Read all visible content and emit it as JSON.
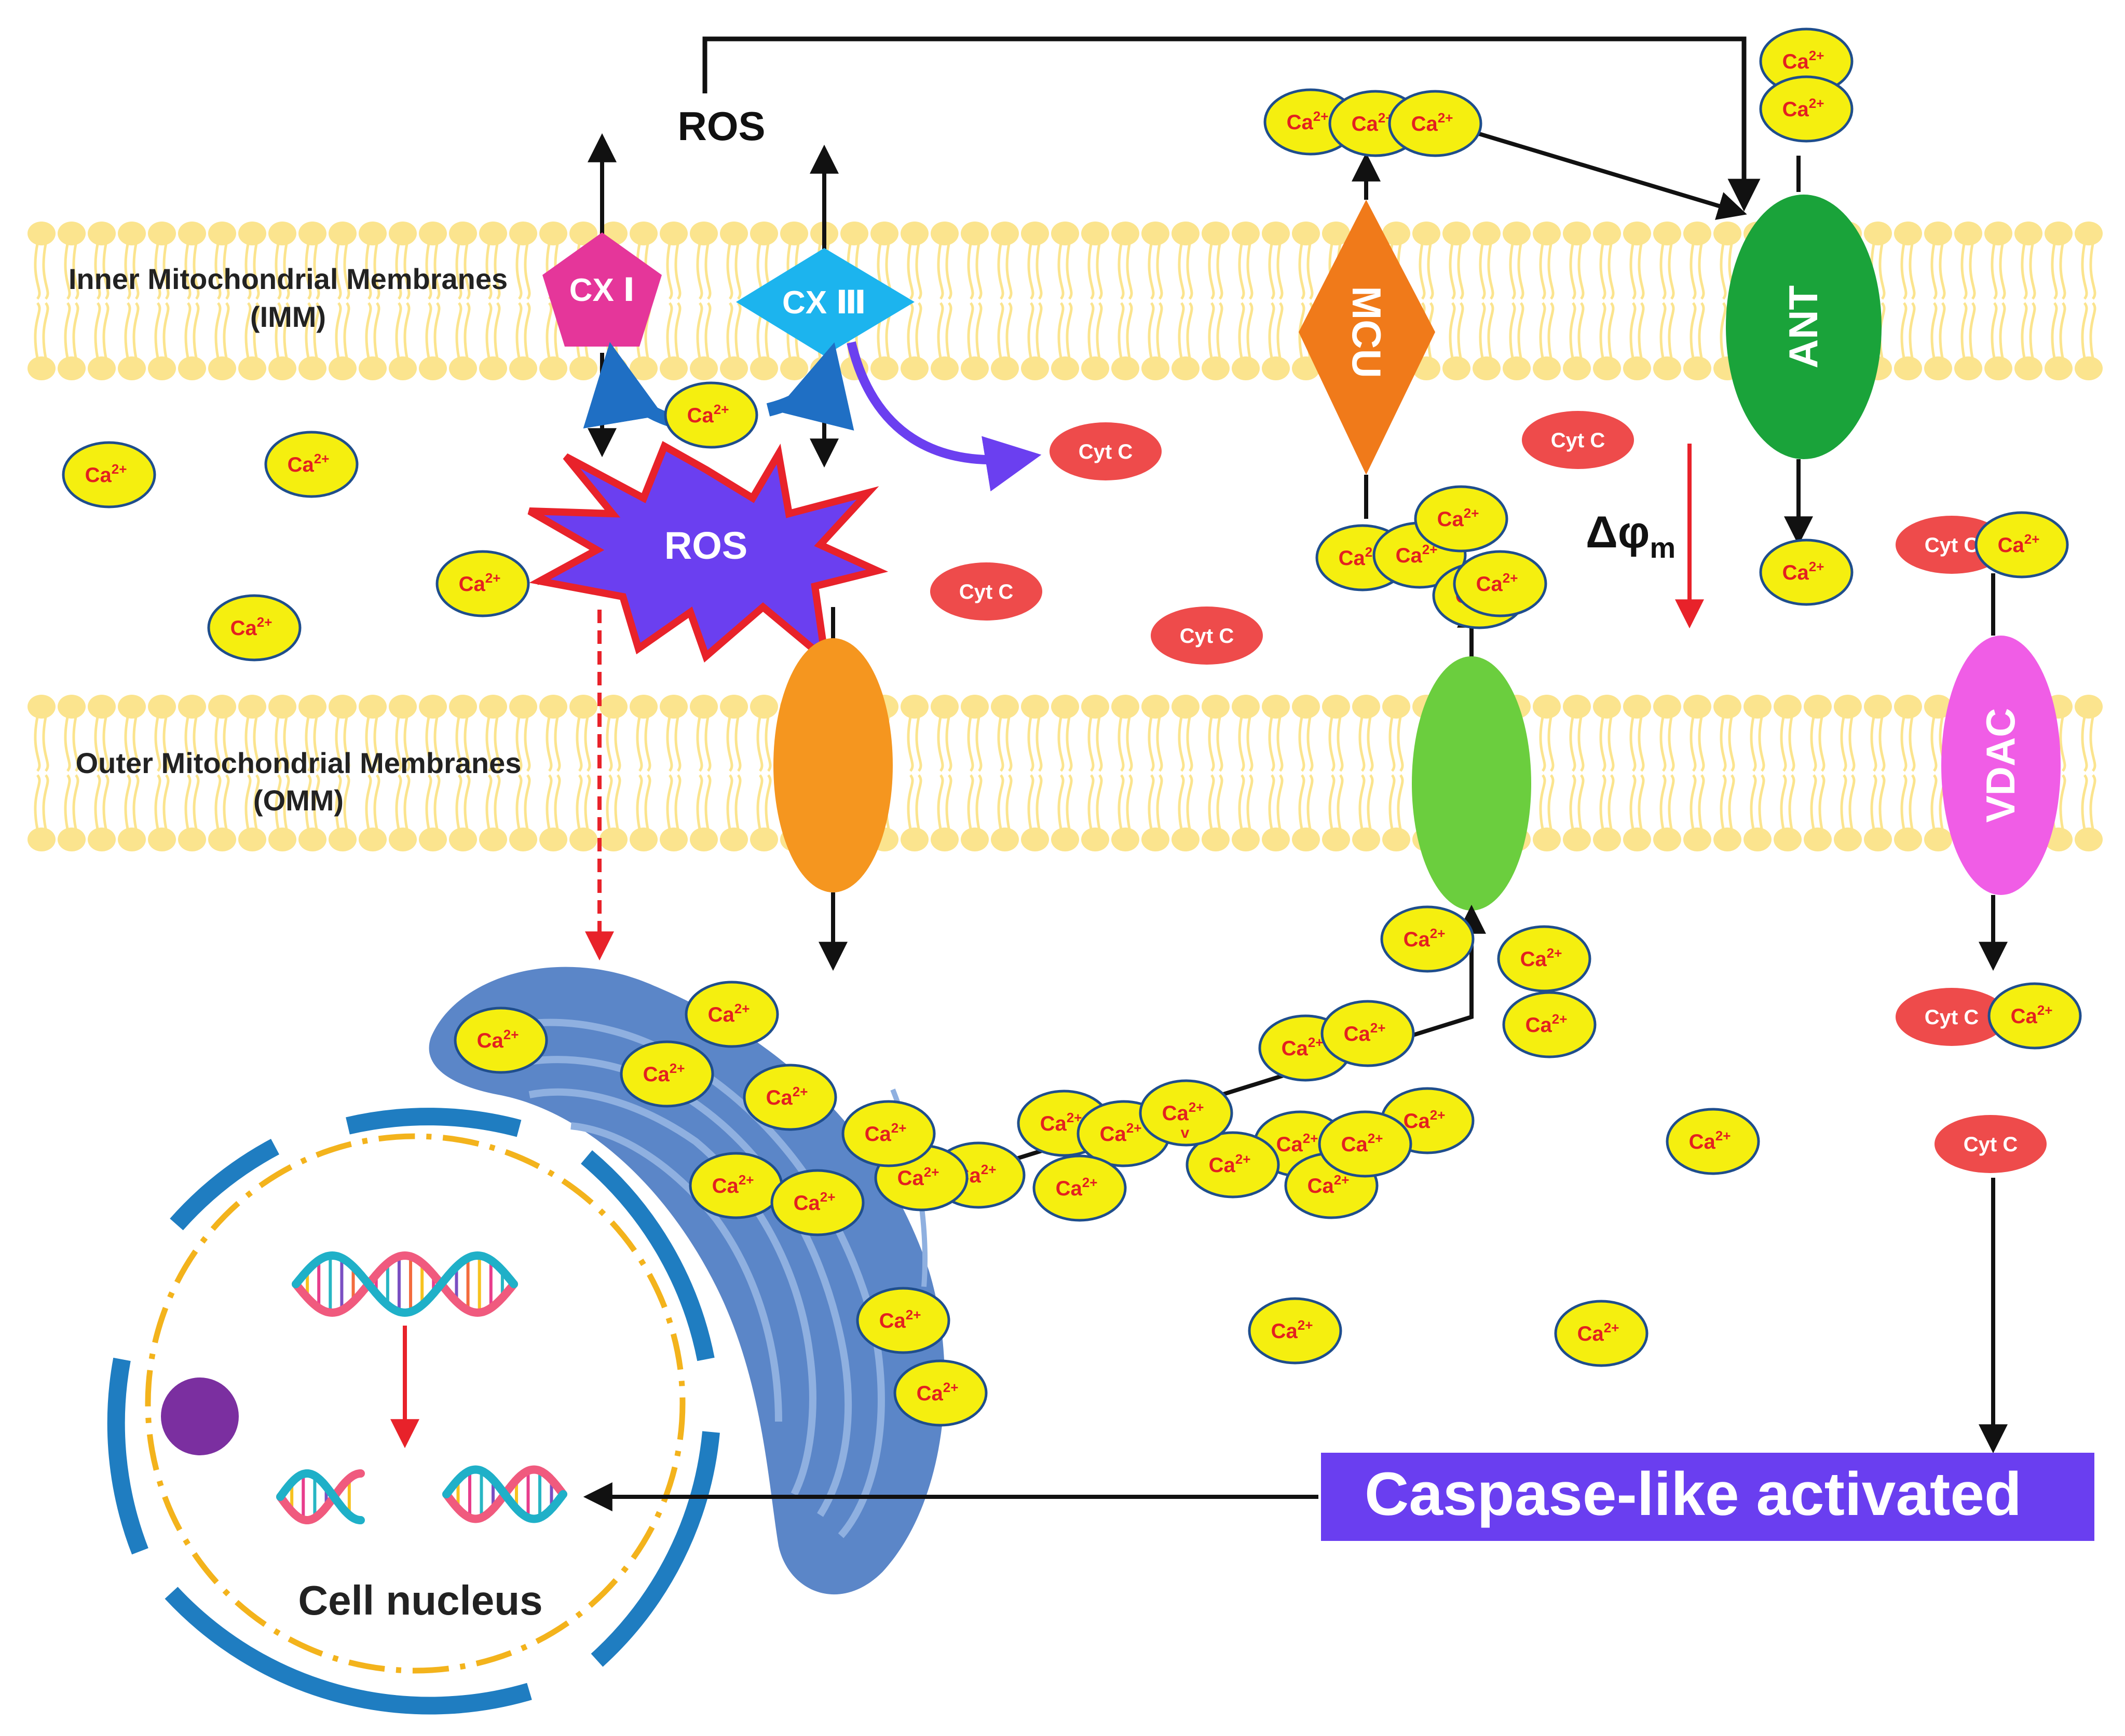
{
  "membranes": {
    "inner_label": "Inner Mitochondrial Membranes",
    "inner_abbr": "(IMM)",
    "outer_label": "Outer Mitochondrial Membranes",
    "outer_abbr": "(OMM)"
  },
  "complexes": {
    "cx1": "CX Ⅰ",
    "cx3": "CX Ⅲ",
    "mcu": "MCU",
    "ant": "ANT",
    "vdac": "VDAC"
  },
  "ros_top": "ROS",
  "ros_burst": "ROS",
  "calcium_label": "Ca",
  "calcium_sup": "2+",
  "calcium_marker": "v",
  "cyt_c_label": "Cyt C",
  "membrane_potential": {
    "symbol": "Δφ",
    "subscript": "m"
  },
  "caspase": {
    "label": "Caspase-like activated",
    "bg_color": "#6a3ef0"
  },
  "nucleus_label": "Cell nucleus",
  "colors": {
    "ca_fill": "#f5ef0f",
    "ca_stroke": "#1f4e8c",
    "ca_text": "#e32020",
    "cyt_fill": "#ee4b4b",
    "cx1": "#e5369a",
    "cx3": "#1cb4ee",
    "mcu": "#f07a1a",
    "ant": "#1aa33a",
    "vdac": "#f05de6",
    "ros": "#6b3ff0",
    "ros_edge": "#e8222a",
    "omm_channel_orange": "#f5961f",
    "omm_channel_green": "#6bce3e",
    "er": "#5b86c8",
    "nucleus_ring": "#1f7dc1",
    "nucleolus": "#7b2fa0",
    "lipid": "#fbe48e"
  }
}
